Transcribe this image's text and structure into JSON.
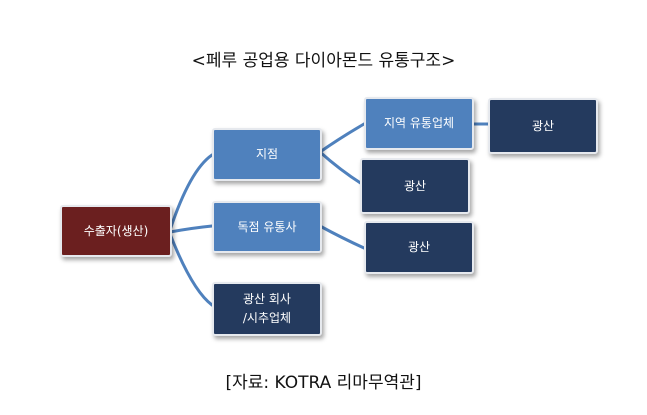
{
  "title": "<페루 공업용 다이아몬드 유통구조>",
  "source": "[자료: KOTRA 리마무역관]",
  "colors": {
    "root_fill": "#6b1f1f",
    "light_fill": "#4f81bd",
    "dark_fill": "#243a5e",
    "connector": "#4f81bd"
  },
  "nodes": {
    "exporter": "수출자(생산)",
    "branch": "지점",
    "regional_distributor": "지역 유통업체",
    "mine_1": "광산",
    "mine_2": "광산",
    "exclusive_distributor": "독점 유통사",
    "mine_3": "광산",
    "mining_company_line1": "광산 회사",
    "mining_company_line2": "/시추업체"
  }
}
